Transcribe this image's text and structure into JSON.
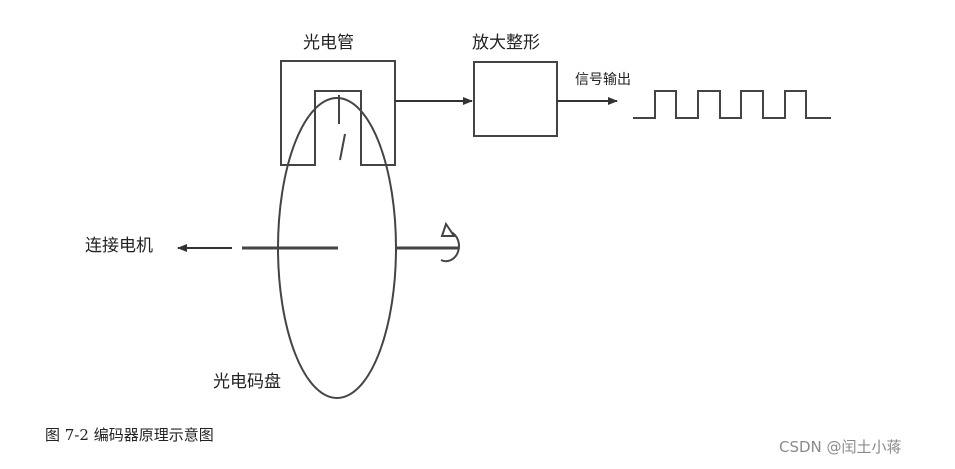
{
  "labels": {
    "photo_tube": "光电管",
    "amplify_shape": "放大整形",
    "signal_output": "信号输出",
    "connect_motor": "连接电机",
    "encoder_disk": "光电码盘"
  },
  "caption": "图 7-2 编码器原理示意图",
  "watermark": "CSDN @闰土小蒋"
}
